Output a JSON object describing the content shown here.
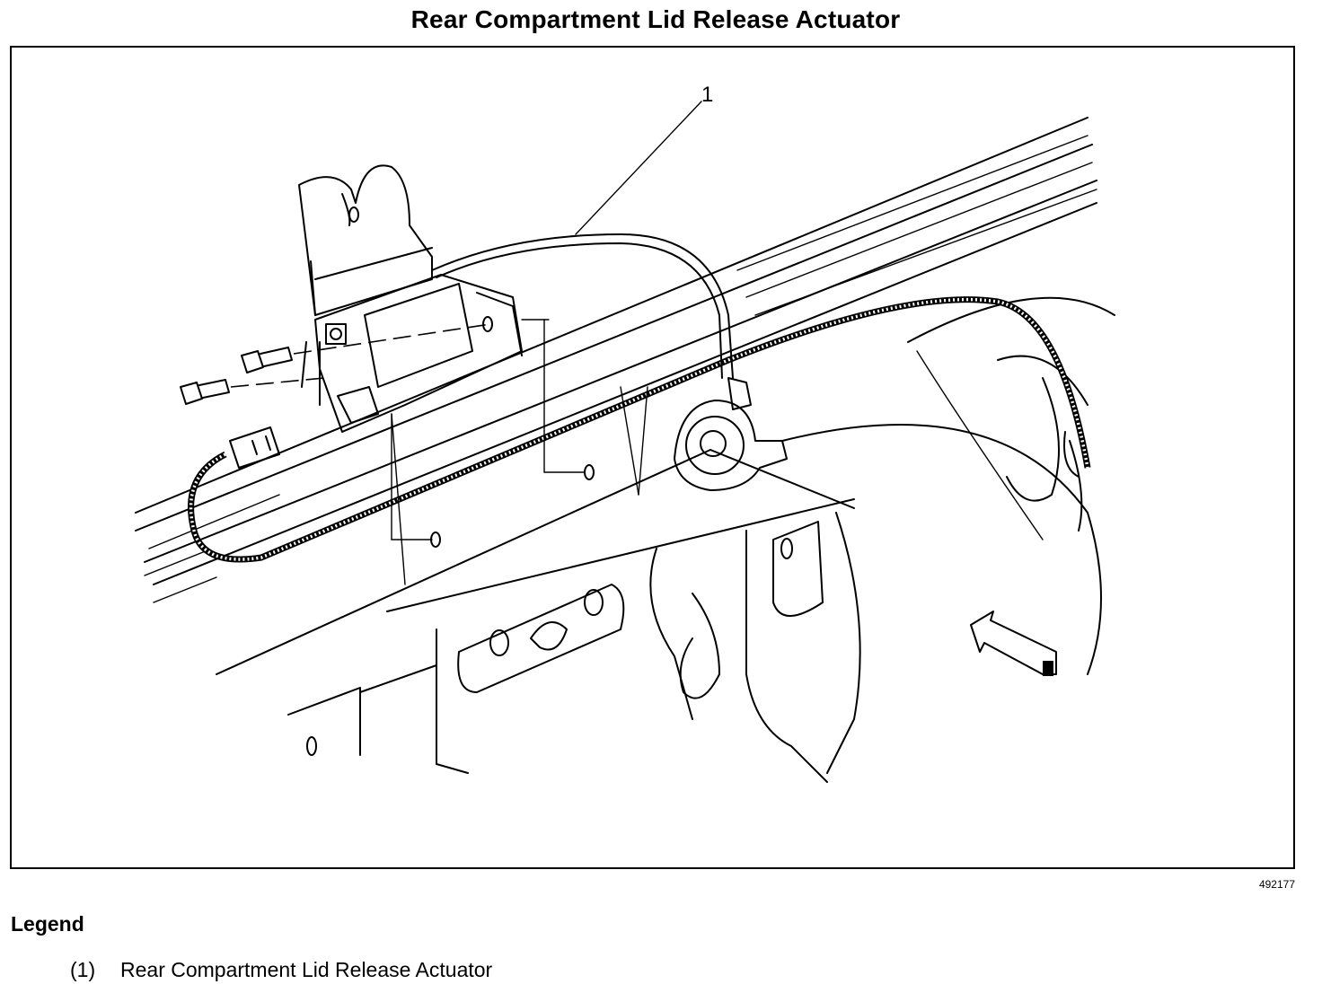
{
  "diagram": {
    "title": "Rear Compartment Lid Release Actuator",
    "callout": "1",
    "figure_number": "492177"
  },
  "legend": {
    "heading": "Legend",
    "items": [
      {
        "number": "(1)",
        "label": "Rear Compartment Lid Release Actuator"
      }
    ]
  }
}
